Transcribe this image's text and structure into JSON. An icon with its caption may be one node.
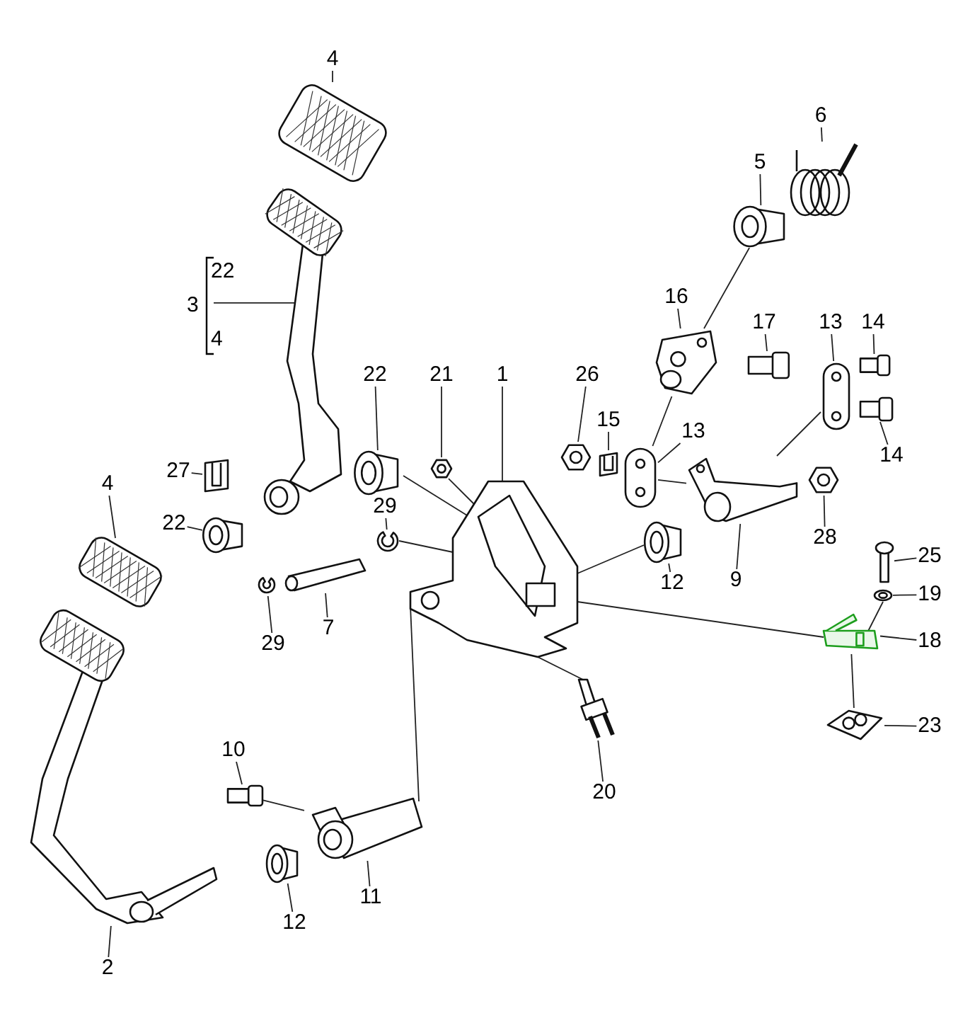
{
  "diagram": {
    "nodes": [
      {
        "text": [
          "4"
        ]
      },
      {
        "text": [
          "6"
        ]
      },
      {
        "text": [
          "5"
        ]
      },
      {
        "text": [
          "3",
          "22",
          "4"
        ]
      },
      {
        "text": [
          "16"
        ]
      },
      {
        "text": [
          "17"
        ]
      },
      {
        "text": [
          "13"
        ]
      },
      {
        "text": [
          "14"
        ]
      },
      {
        "text": [
          "22"
        ]
      },
      {
        "text": [
          "21"
        ]
      },
      {
        "text": [
          "1"
        ]
      },
      {
        "text": [
          "26"
        ]
      },
      {
        "text": [
          "15"
        ]
      },
      {
        "text": [
          "13"
        ]
      },
      {
        "text": [
          "14"
        ]
      },
      {
        "text": [
          "27"
        ]
      },
      {
        "text": [
          "4"
        ]
      },
      {
        "text": [
          "29"
        ]
      },
      {
        "text": [
          "22"
        ]
      },
      {
        "text": [
          "28"
        ]
      },
      {
        "text": [
          "25"
        ]
      },
      {
        "text": [
          "12"
        ]
      },
      {
        "text": [
          "9"
        ]
      },
      {
        "text": [
          "19"
        ]
      },
      {
        "text": [
          "7"
        ]
      },
      {
        "text": [
          "29"
        ]
      },
      {
        "text": [
          "18"
        ]
      },
      {
        "text": [
          "23"
        ]
      },
      {
        "text": [
          "10"
        ]
      },
      {
        "text": [
          "20"
        ]
      },
      {
        "text": [
          "11"
        ]
      },
      {
        "text": [
          "12"
        ]
      },
      {
        "text": [
          "2"
        ]
      },
      {
        "text": [],
        "shape": "picture"
      },
      {
        "text": [],
        "shape": "picture"
      },
      {
        "text": [],
        "shape": "picture"
      },
      {
        "text": [],
        "shape": "picture"
      },
      {
        "text": [],
        "shape": "picture"
      },
      {
        "text": [],
        "shape": "picture"
      },
      {
        "text": [],
        "shape": "picture"
      },
      {
        "text": [],
        "shape": "picture"
      },
      {
        "text": [],
        "shape": "picture"
      },
      {
        "text": [],
        "shape": "picture"
      },
      {
        "text": [],
        "shape": "picture"
      },
      {
        "text": [],
        "shape": "picture"
      },
      {
        "text": [],
        "shape": "picture"
      },
      {
        "text": [],
        "shape": "picture"
      },
      {
        "text": [],
        "shape": "picture"
      },
      {
        "text": [],
        "shape": "picture"
      },
      {
        "text": [],
        "shape": "picture"
      },
      {
        "text": [],
        "shape": "picture"
      },
      {
        "text": [],
        "shape": "picture"
      },
      {
        "text": [],
        "shape": "picture"
      },
      {
        "text": [],
        "shape": "picture"
      },
      {
        "text": [],
        "shape": "picture"
      },
      {
        "text": [],
        "shape": "picture"
      },
      {
        "text": [],
        "shape": "picture"
      },
      {
        "text": [],
        "shape": "picture"
      },
      {
        "text": [],
        "shape": "picture"
      },
      {
        "text": [],
        "shape": "picture"
      },
      {
        "text": [],
        "shape": "picture"
      },
      {
        "text": [],
        "shape": "picture"
      },
      {
        "text": [],
        "shape": "picture"
      },
      {
        "text": [],
        "shape": "picture"
      },
      {
        "text": [],
        "shape": "picture"
      },
      {
        "text": [],
        "shape": "picture"
      }
    ],
    "edges": [
      {
        "from": 0,
        "to": 33,
        "arrow": "none"
      },
      {
        "from": 1,
        "to": 34,
        "arrow": "none"
      },
      {
        "from": 2,
        "to": 35,
        "arrow": "none"
      },
      {
        "from": 3,
        "to": 36,
        "arrow": "none"
      },
      {
        "from": 4,
        "to": 37,
        "arrow": "none"
      },
      {
        "from": 5,
        "to": 38,
        "arrow": "none"
      },
      {
        "from": 6,
        "to": 39,
        "arrow": "none"
      },
      {
        "from": 7,
        "to": 40,
        "arrow": "none"
      },
      {
        "from": 8,
        "to": 41,
        "arrow": "none"
      },
      {
        "from": 9,
        "to": 42,
        "arrow": "none"
      },
      {
        "from": 10,
        "to": 43,
        "arrow": "none"
      },
      {
        "from": 11,
        "to": 44,
        "arrow": "none"
      },
      {
        "from": 12,
        "to": 45,
        "arrow": "none"
      },
      {
        "from": 13,
        "to": 46,
        "arrow": "none"
      },
      {
        "from": 14,
        "to": 47,
        "arrow": "none"
      },
      {
        "from": 15,
        "to": 48,
        "arrow": "none"
      },
      {
        "from": 16,
        "to": 49,
        "arrow": "none"
      },
      {
        "from": 17,
        "to": 50,
        "arrow": "none"
      },
      {
        "from": 18,
        "to": 51,
        "arrow": "none"
      },
      {
        "from": 19,
        "to": 52,
        "arrow": "none"
      },
      {
        "from": 20,
        "to": 53,
        "arrow": "none"
      },
      {
        "from": 21,
        "to": 54,
        "arrow": "none"
      },
      {
        "from": 22,
        "to": 55,
        "arrow": "none"
      },
      {
        "from": 23,
        "to": 56,
        "arrow": "none"
      },
      {
        "from": 24,
        "to": 57,
        "arrow": "none"
      },
      {
        "from": 25,
        "to": 58,
        "arrow": "none"
      },
      {
        "from": 26,
        "to": 59,
        "arrow": "none"
      },
      {
        "from": 27,
        "to": 60,
        "arrow": "none"
      },
      {
        "from": 28,
        "to": 61,
        "arrow": "none"
      },
      {
        "from": 29,
        "to": 62,
        "arrow": "none"
      },
      {
        "from": 30,
        "to": 63,
        "arrow": "none"
      },
      {
        "from": 31,
        "to": 64,
        "arrow": "none"
      },
      {
        "from": 32,
        "to": 65,
        "arrow": "none"
      },
      {
        "from": 35,
        "to": 37,
        "arrow": "none"
      },
      {
        "from": 37,
        "to": 46,
        "arrow": "none"
      },
      {
        "from": 46,
        "to": 55,
        "arrow": "none"
      },
      {
        "from": 55,
        "to": 39,
        "arrow": "none"
      },
      {
        "from": 41,
        "to": 43,
        "arrow": "none"
      },
      {
        "from": 42,
        "to": 43,
        "arrow": "none"
      },
      {
        "from": 50,
        "to": 43,
        "arrow": "none"
      },
      {
        "from": 54,
        "to": 43,
        "arrow": "none"
      },
      {
        "from": 43,
        "to": 59,
        "arrow": "none"
      },
      {
        "from": 56,
        "to": 59,
        "arrow": "none"
      },
      {
        "from": 59,
        "to": 60,
        "arrow": "none"
      },
      {
        "from": 43,
        "to": 62,
        "arrow": "none"
      },
      {
        "from": 63,
        "to": 43,
        "arrow": "none"
      },
      {
        "from": 61,
        "to": 63,
        "arrow": "none"
      }
    ]
  }
}
